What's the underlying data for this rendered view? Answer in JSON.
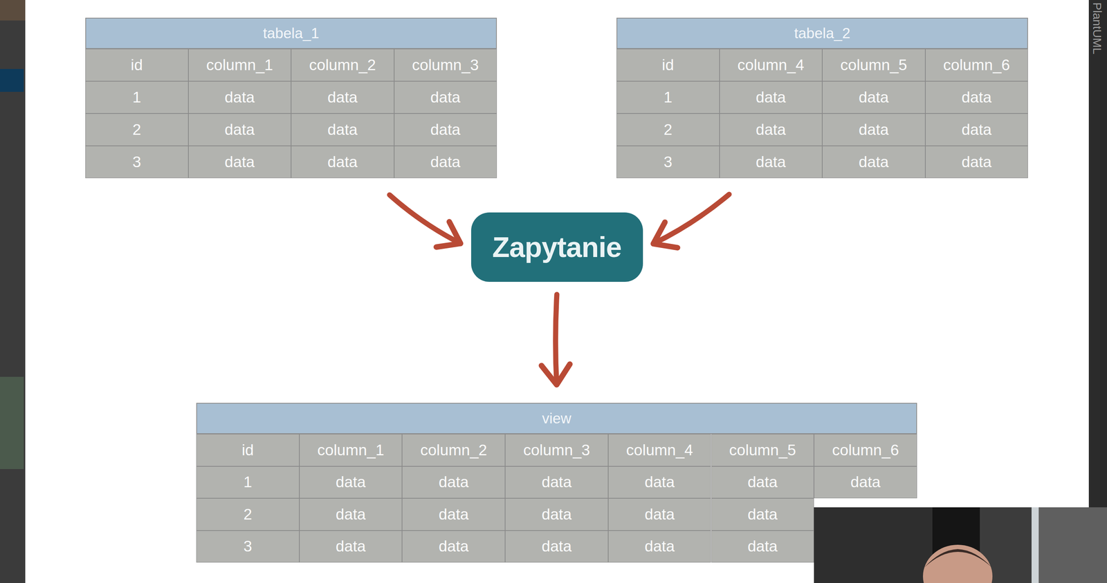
{
  "diagram": {
    "nodes": [
      {
        "text": [
          "tabela_1"
        ]
      },
      {
        "text": [
          "tabela_2"
        ]
      },
      {
        "text": [
          "Zapytanie"
        ]
      },
      {
        "text": [
          "view"
        ]
      }
    ],
    "edges": [
      {
        "from": 0,
        "to": 2,
        "arrow": "to"
      },
      {
        "from": 1,
        "to": 2,
        "arrow": "to"
      },
      {
        "from": 2,
        "to": 3,
        "arrow": "to"
      }
    ],
    "labels": [
      "id",
      "column_1",
      "column_2",
      "column_3",
      "1",
      "data",
      "data",
      "data",
      "2",
      "data",
      "data",
      "data",
      "3",
      "data",
      "data",
      "data",
      "id",
      "column_4",
      "column_5",
      "column_6",
      "1",
      "data",
      "data",
      "data",
      "2",
      "data",
      "data",
      "data",
      "3",
      "data",
      "data",
      "data",
      "id",
      "column_1",
      "column_2",
      "column_3",
      "column_4",
      "column_5",
      "column_6",
      "1",
      "data",
      "data",
      "data",
      "data",
      "data",
      "data",
      "2",
      "data",
      "data",
      "data",
      "data",
      "data",
      "3",
      "data",
      "data",
      "data",
      "data",
      "data",
      "PlantUML"
    ]
  }
}
